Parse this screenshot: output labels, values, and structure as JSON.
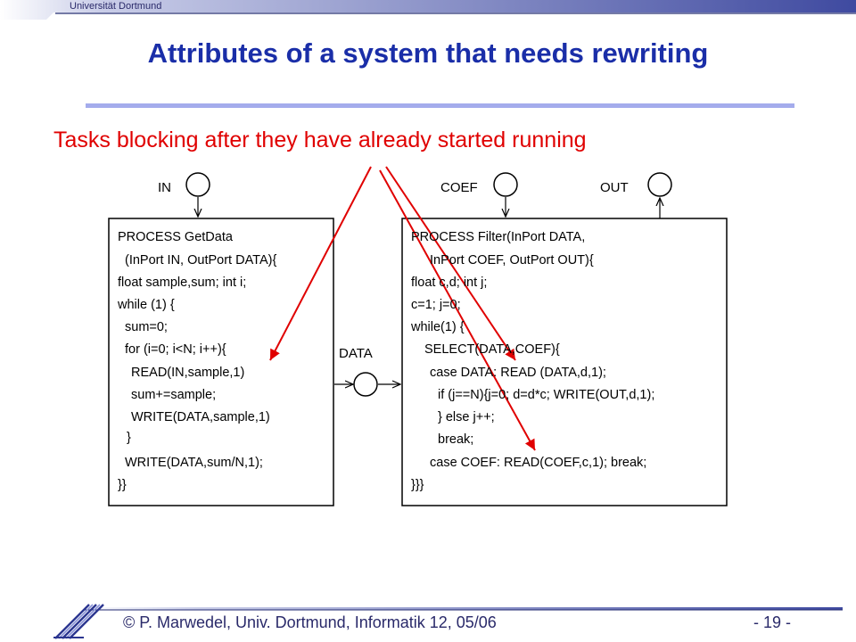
{
  "header": {
    "university": "Universität Dortmund"
  },
  "slide": {
    "title": "Attributes of a system that needs rewriting",
    "subtitle": "Tasks blocking after they have already started running"
  },
  "diagram": {
    "ports": {
      "in": "IN",
      "coef": "COEF",
      "out": "OUT",
      "data": "DATA"
    },
    "getdata_lines": [
      "PROCESS GetData",
      "(InPort IN, OutPort DATA){",
      "float sample,sum; int i;",
      "while (1)  {",
      "sum=0;",
      "for (i=0; i<N; i++){",
      "READ(IN,sample,1)",
      "sum+=sample;",
      "WRITE(DATA,sample,1)",
      "}",
      "WRITE(DATA,sum/N,1);",
      "}}"
    ],
    "filter_lines": [
      "PROCESS Filter(InPort DATA,",
      "InPort COEF, OutPort OUT){",
      "float c,d; int j;",
      "c=1; j=0;",
      "while(1) {",
      "SELECT(DATA,COEF){",
      "case DATA: READ (DATA,d,1);",
      "if (j==N){j=0; d=d*c; WRITE(OUT,d,1);",
      "} else j++;",
      "break;",
      "case COEF: READ(COEF,c,1); break;",
      "}}}"
    ]
  },
  "footer": {
    "copyright": "© P. Marwedel, Univ. Dortmund, Informatik 12, 05/06",
    "page": "- 19 -"
  },
  "colors": {
    "title": "#1a2ea8",
    "subtitle": "#e00000",
    "arrows": "#e00000",
    "rule": "#a4acec",
    "footer_text": "#2a2a6a"
  }
}
